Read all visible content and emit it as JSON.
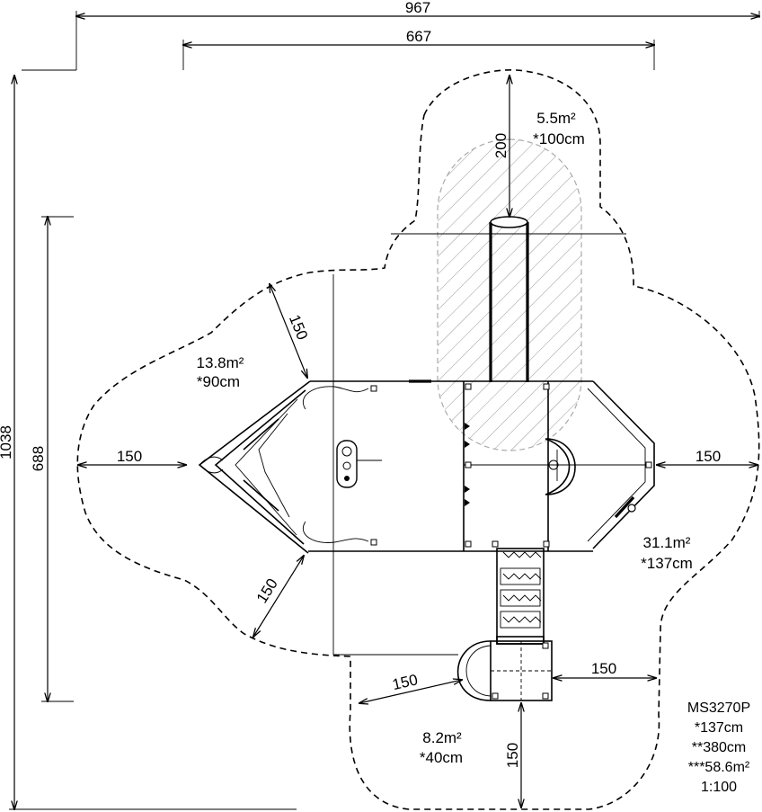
{
  "dimensions": {
    "total_width": "967",
    "inner_width": "667",
    "total_height": "1038",
    "inner_height": "688",
    "clearance_top": "200",
    "clearance_left": "150",
    "clearance_right": "150",
    "clearance_upper_left": "150",
    "clearance_lower_left": "150",
    "clearance_bottom_right": "150",
    "clearance_bottom_left": "150",
    "clearance_bottom": "150"
  },
  "zones": {
    "top": {
      "area": "5.5m²",
      "height": "*100cm"
    },
    "left": {
      "area": "13.8m²",
      "height": "*90cm"
    },
    "right": {
      "area": "31.1m²",
      "height": "*137cm"
    },
    "bottom": {
      "area": "8.2m²",
      "height": "*40cm"
    }
  },
  "info": {
    "model": "MS3270P",
    "max_height": "*137cm",
    "perimeter": "**380cm",
    "total_area": "***58.6m²",
    "scale": "1:100"
  }
}
